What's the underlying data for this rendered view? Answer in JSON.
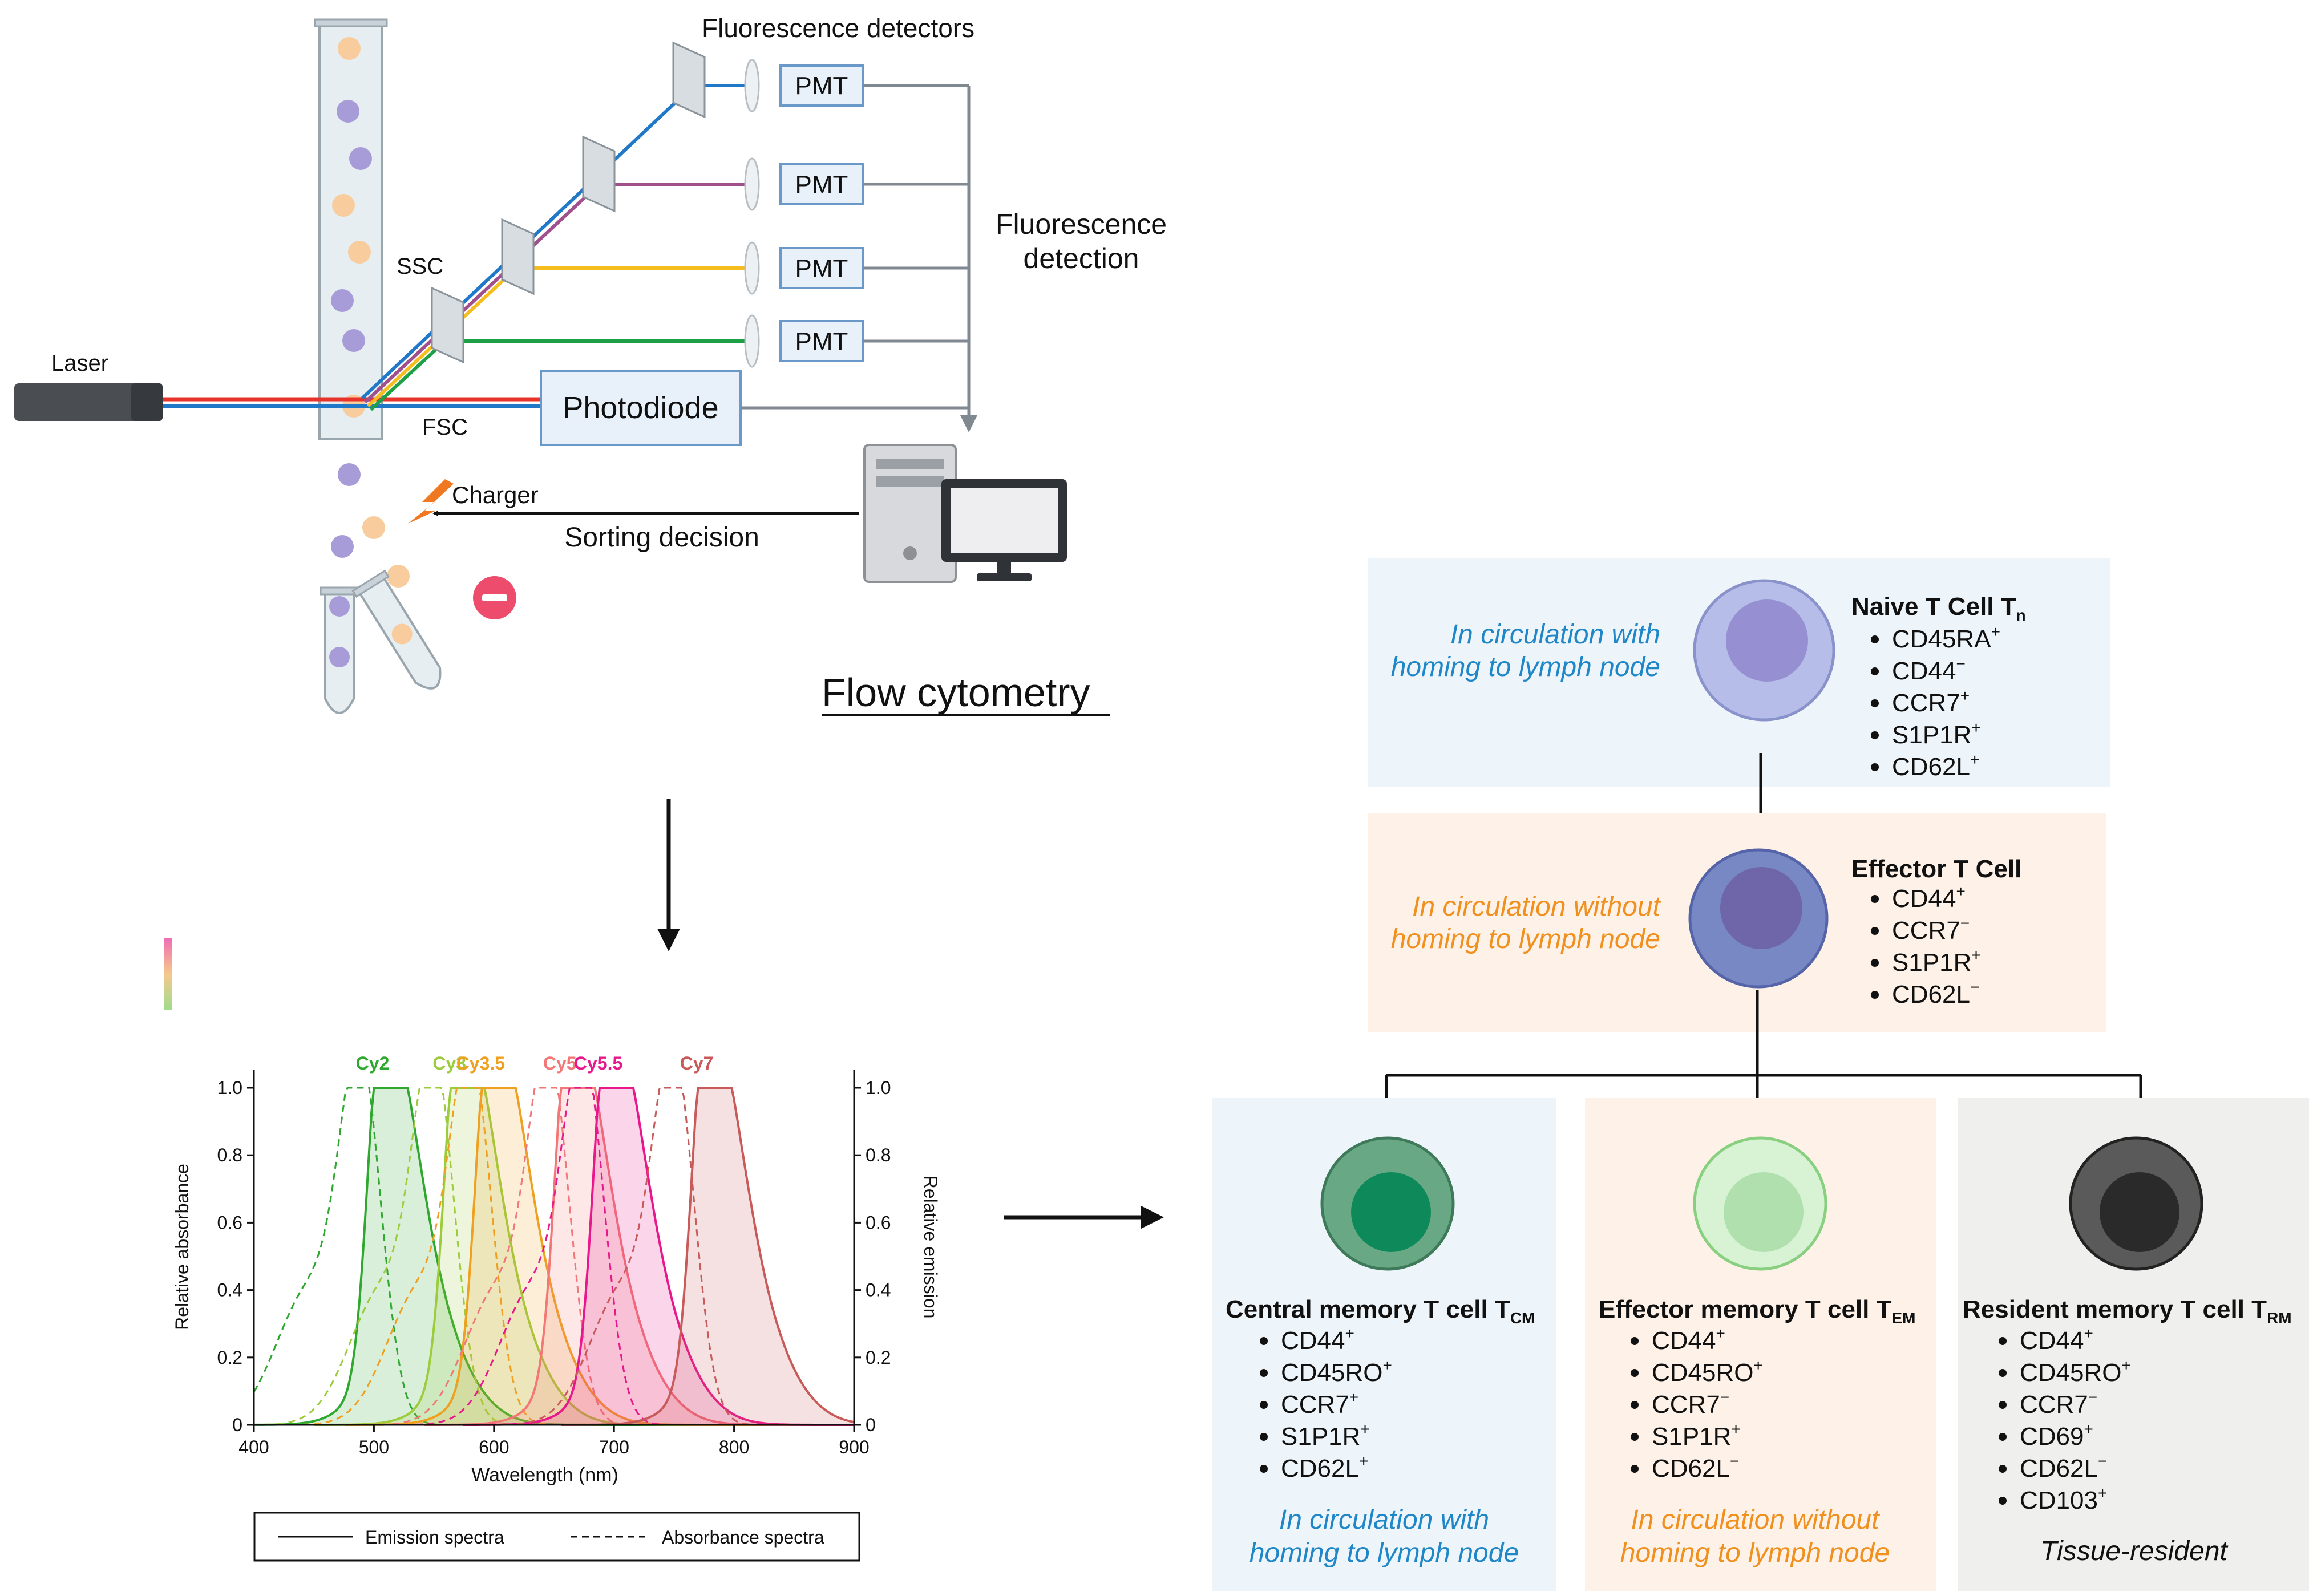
{
  "flow": {
    "title": "Flow cytometry",
    "laser": "Laser",
    "ssc": "SSC",
    "fsc": "FSC",
    "charger": "Charger",
    "sorting": "Sorting decision",
    "detectors_title": "Fluorescence detectors",
    "detection_l1": "Fluorescence",
    "detection_l2": "detection",
    "pmt": [
      "PMT",
      "PMT",
      "PMT",
      "PMT"
    ],
    "photodiode": "Photodiode",
    "colors": {
      "blue": "#1f78c8",
      "red": "#e8332a",
      "purple": "#a0508c",
      "yellow": "#f5be1e",
      "green": "#1ea046",
      "gray": "#808890"
    }
  },
  "chart_data": {
    "type": "line",
    "xlabel": "Wavelength (nm)",
    "ylabel_left": "Relative absorbance",
    "ylabel_right": "Relative emission",
    "xlim": [
      400,
      900
    ],
    "ylim": [
      0,
      1.0
    ],
    "xticks": [
      "400",
      "500",
      "600",
      "700",
      "800",
      "900"
    ],
    "yticks": [
      "0",
      "0.2",
      "0.4",
      "0.6",
      "0.8",
      "1.0"
    ],
    "legend": {
      "emission": "Emission spectra",
      "absorbance": "Absorbance spectra"
    },
    "series": [
      {
        "name": "Cy2",
        "color": "#2ea82e",
        "abs_peak": 489,
        "em_peak": 506
      },
      {
        "name": "Cy3",
        "color": "#9ccc3c",
        "abs_peak": 550,
        "em_peak": 570
      },
      {
        "name": "Cy3.5",
        "color": "#f0a020",
        "abs_peak": 581,
        "em_peak": 596
      },
      {
        "name": "Cy5",
        "color": "#f27878",
        "abs_peak": 646,
        "em_peak": 662
      },
      {
        "name": "Cy5.5",
        "color": "#e8188c",
        "abs_peak": 675,
        "em_peak": 694
      },
      {
        "name": "Cy7",
        "color": "#c85a5a",
        "abs_peak": 750,
        "em_peak": 776
      }
    ]
  },
  "cells": {
    "naive": {
      "title": "Naive T Cell T",
      "sub": "n",
      "desc_l1": "In circulation with",
      "desc_l2": "homing to lymph node",
      "markers": [
        {
          "name": "CD45RA",
          "sign": "+"
        },
        {
          "name": "CD44",
          "sign": "−"
        },
        {
          "name": "CCR7",
          "sign": "+"
        },
        {
          "name": "S1P1R",
          "sign": "+"
        },
        {
          "name": "CD62L",
          "sign": "+"
        }
      ]
    },
    "effector": {
      "title": "Effector T Cell",
      "desc_l1": "In circulation without",
      "desc_l2": "homing to lymph node",
      "markers": [
        {
          "name": "CD44",
          "sign": "+"
        },
        {
          "name": "CCR7",
          "sign": "−"
        },
        {
          "name": "S1P1R",
          "sign": "+"
        },
        {
          "name": "CD62L",
          "sign": "−"
        }
      ]
    },
    "central": {
      "title": "Central memory T cell T",
      "sub": "CM",
      "desc_l1": "In circulation with",
      "desc_l2": "homing to lymph node",
      "markers": [
        {
          "name": "CD44",
          "sign": "+"
        },
        {
          "name": "CD45RO",
          "sign": "+"
        },
        {
          "name": "CCR7",
          "sign": "+"
        },
        {
          "name": "S1P1R",
          "sign": "+"
        },
        {
          "name": "CD62L",
          "sign": "+"
        }
      ]
    },
    "effmem": {
      "title": "Effector memory T cell T",
      "sub": "EM",
      "desc_l1": "In circulation without",
      "desc_l2": "homing to lymph node",
      "markers": [
        {
          "name": "CD44",
          "sign": "+"
        },
        {
          "name": "CD45RO",
          "sign": "+"
        },
        {
          "name": "CCR7",
          "sign": "−"
        },
        {
          "name": "S1P1R",
          "sign": "+"
        },
        {
          "name": "CD62L",
          "sign": "−"
        }
      ]
    },
    "resident": {
      "title": "Resident memory T cell T",
      "sub": "RM",
      "desc_l1": "Tissue-resident",
      "markers": [
        {
          "name": "CD44",
          "sign": "+"
        },
        {
          "name": "CD45RO",
          "sign": "+"
        },
        {
          "name": "CCR7",
          "sign": "−"
        },
        {
          "name": "CD69",
          "sign": "+"
        },
        {
          "name": "CD62L",
          "sign": "−"
        },
        {
          "name": "CD103",
          "sign": "+"
        }
      ]
    }
  }
}
